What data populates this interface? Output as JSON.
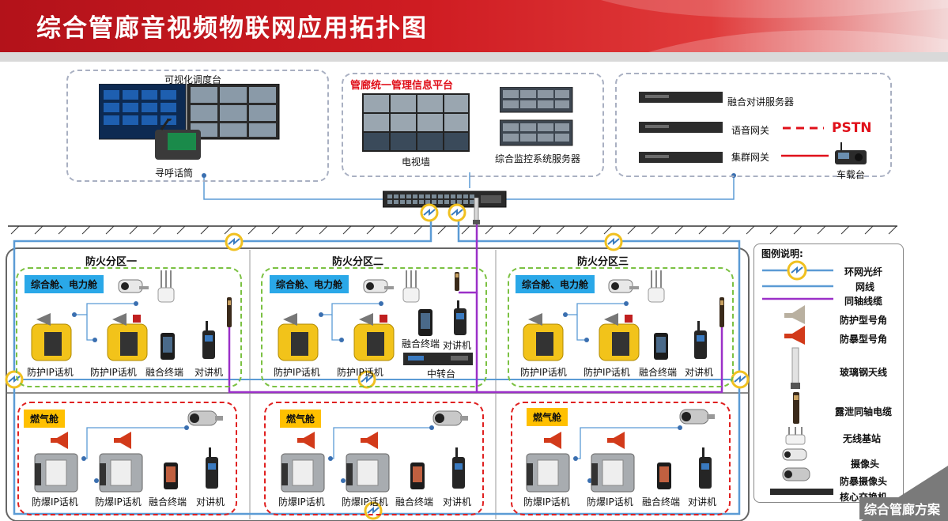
{
  "header": {
    "title": "综合管廊音视频物联网应用拓扑图"
  },
  "top": {
    "dispatch_label": "可视化调度台",
    "paging_label": "寻呼话筒",
    "platform_title": "管廊统一管理信息平台",
    "tv_wall_label": "电视墙",
    "monitor_server_label": "综合监控系统服务器",
    "intercom_server_label": "融合对讲服务器",
    "voice_gateway_label": "语音网关",
    "trunk_gateway_label": "集群网关",
    "pstn_label": "PSTN",
    "vehicle_label": "车载台"
  },
  "zones": [
    {
      "title": "防火分区一",
      "cabin_power": "综合舱、电力舱",
      "gas_cabin": "燃气舱",
      "upper_labels": [
        "防护IP话机",
        "防护IP话机",
        "融合终端",
        "对讲机"
      ],
      "lower_labels": [
        "防爆IP话机",
        "防爆IP话机",
        "融合终端",
        "对讲机"
      ]
    },
    {
      "title": "防火分区二",
      "cabin_power": "综合舱、电力舱",
      "gas_cabin": "燃气舱",
      "upper_labels": [
        "防护IP话机",
        "防护IP话机",
        "融合终端",
        "对讲机"
      ],
      "relay_label": "中转台",
      "lower_labels": [
        "防爆IP话机",
        "防爆IP话机",
        "融合终端",
        "对讲机"
      ]
    },
    {
      "title": "防火分区三",
      "cabin_power": "综合舱、电力舱",
      "gas_cabin": "燃气舱",
      "upper_labels": [
        "防护IP话机",
        "防护IP话机",
        "融合终端",
        "对讲机"
      ],
      "lower_labels": [
        "防爆IP话机",
        "防爆IP话机",
        "融合终端",
        "对讲机"
      ]
    }
  ],
  "legend": {
    "title": "图例说明:",
    "items": [
      "环网光纤",
      "网线",
      "同轴线缆",
      "防护型号角",
      "防暴型号角",
      "玻璃钢天线",
      "露泄同轴电缆",
      "无线基站",
      "摄像头",
      "防暴摄像头",
      "核心交换机"
    ]
  },
  "footer": {
    "text": "综合管廊方案"
  },
  "colors": {
    "header_red": "#cf1c22",
    "fiber_blue": "#5b9bd5",
    "network_blue": "#5b9bd5",
    "coax_purple": "#9b30c8",
    "zone_green": "#7bc142",
    "gas_red": "#e02020",
    "cabin_tag_blue": "#2aa8e8",
    "gas_tag_yellow": "#ffc000",
    "pstn_red": "#e0101a"
  },
  "icons": [
    "switch-icon",
    "camera-icon",
    "explosion-proof-camera-icon",
    "ip-phone-icon",
    "explosion-proof-phone-icon",
    "horn-icon",
    "handheld-radio-icon",
    "terminal-icon",
    "antenna-icon",
    "base-station-icon",
    "server-icon",
    "fiber-ring-icon",
    "vehicle-radio-icon"
  ]
}
